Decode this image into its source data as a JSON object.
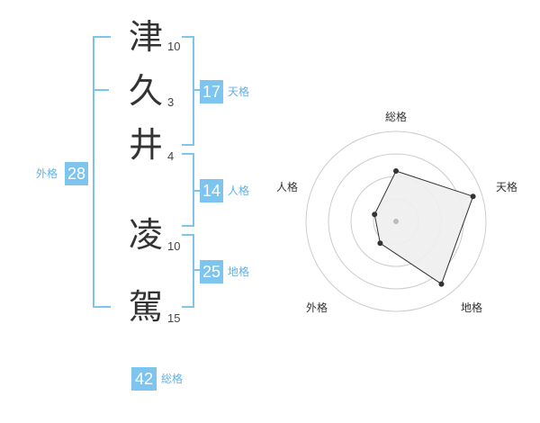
{
  "name": {
    "characters": [
      {
        "char": "津",
        "strokes": "10"
      },
      {
        "char": "久",
        "strokes": "3"
      },
      {
        "char": "井",
        "strokes": "4"
      },
      {
        "char": "凌",
        "strokes": "10"
      },
      {
        "char": "駕",
        "strokes": "15"
      }
    ]
  },
  "kaku": {
    "tenkaku": {
      "value": "17",
      "label": "天格"
    },
    "jinkaku": {
      "value": "14",
      "label": "人格"
    },
    "chikaku": {
      "value": "25",
      "label": "地格"
    },
    "gaikaku": {
      "value": "28",
      "label": "外格"
    },
    "soukaku": {
      "value": "42",
      "label": "総格"
    }
  },
  "radar": {
    "axes": [
      "総格",
      "天格",
      "地格",
      "外格",
      "人格"
    ],
    "levels": 4,
    "values": [
      0.56,
      0.9,
      0.86,
      0.3,
      0.25
    ],
    "colors": {
      "ring": "#cccccc",
      "fill": "#eeeeee",
      "line": "#333333",
      "point": "#333333",
      "center": "#bbbbbb"
    }
  }
}
